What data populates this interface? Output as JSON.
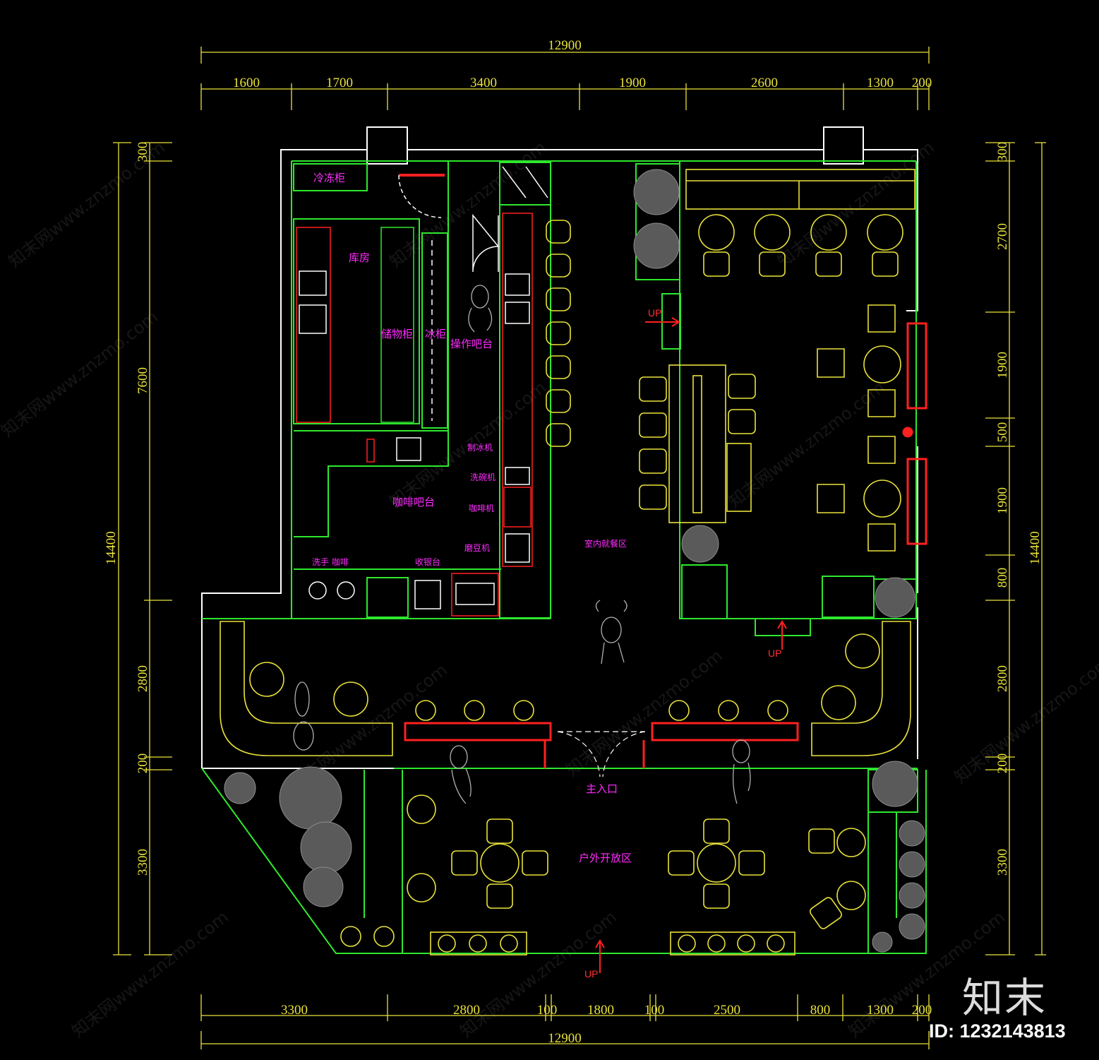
{
  "colors": {
    "wall": "#ffffff",
    "partition": "#2ee82e",
    "furniture": "#e9e23a",
    "accent": "#ff2020",
    "label": "#ff2cff",
    "people": "#8c8c8c",
    "dimension": "#e9e23a"
  },
  "dimensions": {
    "top_total": "12900",
    "top_segments": [
      "1600",
      "1700",
      "3400",
      "1900",
      "2600",
      "1300",
      "200"
    ],
    "bottom_total": "12900",
    "bottom_segments": [
      "3300",
      "2800",
      "100",
      "1800",
      "100",
      "2500",
      "800",
      "1300",
      "200"
    ],
    "left_total": "14400",
    "left_segments": [
      "300",
      "7600",
      "2800",
      "200",
      "3300"
    ],
    "right_total": "14400",
    "right_segments": [
      "300",
      "2700",
      "1900",
      "500",
      "1900",
      "800",
      "2800",
      "200",
      "3300"
    ]
  },
  "rooms": {
    "freezer": "冷冻柜",
    "storage": "库房",
    "cabinet": "储物柜",
    "fridge": "冰柜",
    "prep_counter": "操作吧台",
    "coffee_counter": "咖啡吧台",
    "ice_machine": "制冰机",
    "dishwasher": "洗碗机",
    "coffee_machine": "咖啡机",
    "grinder": "磨豆机",
    "handwash": "洗手 咖啡",
    "sink_station": "收银台",
    "indoor_dining": "室内就餐区",
    "main_entrance": "主入口",
    "outdoor_area": "户外开放区"
  },
  "stairs": {
    "up_left": "UP",
    "up_center": "UP",
    "up_bottom": "UP"
  },
  "watermark": "知末网www.znzmo.com",
  "brand": {
    "logo_text": "知末",
    "image_id": "ID: 1232143813"
  }
}
